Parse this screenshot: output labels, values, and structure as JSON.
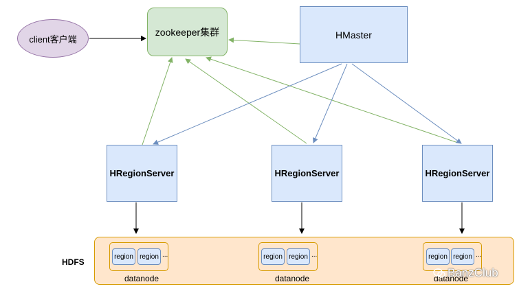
{
  "client": {
    "label": "client客户端"
  },
  "zookeeper": {
    "label": "zookeeper集群"
  },
  "hmaster": {
    "label": "HMaster"
  },
  "region_servers": [
    {
      "label": "HRegionServer"
    },
    {
      "label": "HRegionServer"
    },
    {
      "label": "HRegionServer"
    }
  ],
  "hdfs": {
    "label": "HDFS",
    "datanodes": [
      {
        "label": "datanode",
        "regions": [
          "region",
          "region"
        ],
        "more": "..."
      },
      {
        "label": "datanode",
        "regions": [
          "region",
          "region"
        ],
        "more": "..."
      },
      {
        "label": "datanode",
        "regions": [
          "region",
          "region"
        ],
        "more": "..."
      }
    ]
  },
  "watermark": {
    "text": "BanzClub"
  },
  "colors": {
    "client_fill": "#e1d5e7",
    "zookeeper_fill": "#d5e8d4",
    "server_fill": "#dae8fc",
    "hdfs_fill": "#ffe6cc",
    "green_edge": "#82b366",
    "blue_edge": "#6c8ebf"
  }
}
